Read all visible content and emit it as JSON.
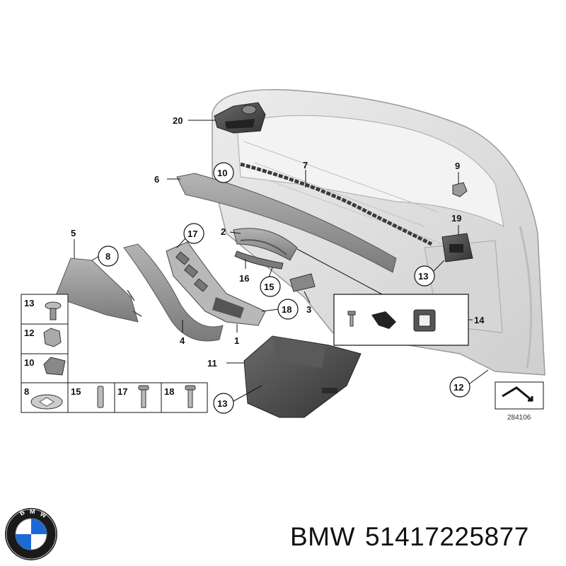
{
  "diagram": {
    "part_labels": {
      "p20": "20",
      "p6": "6",
      "p10a": "10",
      "p7": "7",
      "p9": "9",
      "p19": "19",
      "p5": "5",
      "p8a": "8",
      "p17a": "17",
      "p2": "2",
      "p16": "16",
      "p15a": "15",
      "p13a": "13",
      "p3": "3",
      "p14": "14",
      "p18a": "18",
      "p4": "4",
      "p1": "1",
      "p11": "11",
      "p13b": "13",
      "p12": "12"
    },
    "legend": {
      "r13": "13",
      "r12": "12",
      "r10": "10",
      "r8": "8",
      "r15": "15",
      "r17": "17",
      "r18": "18"
    },
    "reference_number": "284106"
  },
  "footer": {
    "brand": "BMW",
    "part_number": "51417225877"
  },
  "colors": {
    "door_fill": "#dedede",
    "door_stroke": "#9a9a9a",
    "trim_fill": "#8f8f8f",
    "dark_part": "#4a4a4a",
    "logo_blue": "#1c69d4"
  },
  "icons": [
    "bmw-logo-icon",
    "arrow-icon"
  ]
}
